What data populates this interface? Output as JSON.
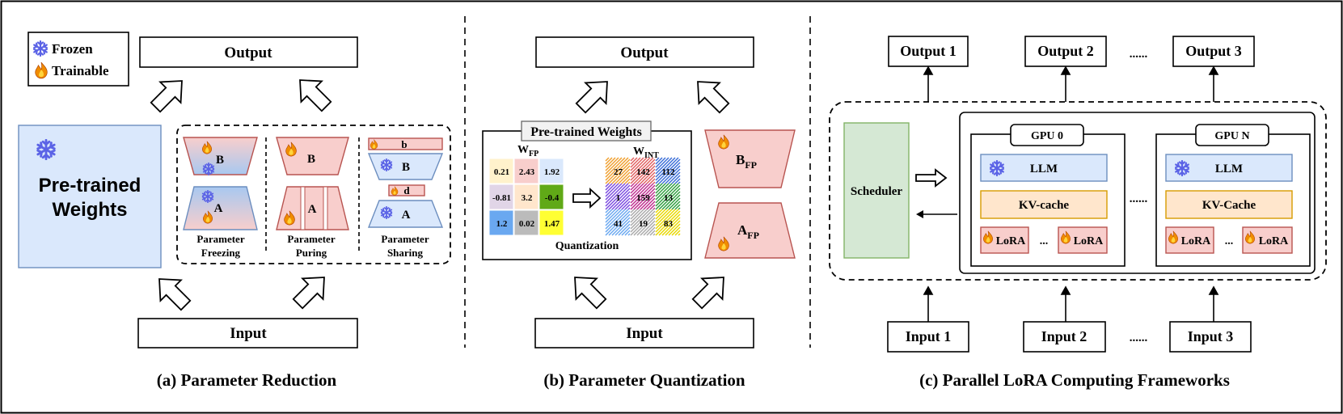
{
  "legend": {
    "frozen": "Frozen",
    "trainable": "Trainable"
  },
  "panel_a": {
    "output": "Output",
    "input": "Input",
    "pretrained_line1": "Pre-trained",
    "pretrained_line2": "Weights",
    "label_b": "B",
    "label_a": "A",
    "label_b_small": "b",
    "label_d_small": "d",
    "freezing_l1": "Parameter",
    "freezing_l2": "Freezing",
    "puring_l1": "Parameter",
    "puring_l2": "Puring",
    "sharing_l1": "Parameter",
    "sharing_l2": "Sharing",
    "caption": "(a) Parameter Reduction"
  },
  "panel_b": {
    "output": "Output",
    "input": "Input",
    "pretrained": "Pre-trained Weights",
    "wfp": "W",
    "wfp_sub": "FP",
    "wint": "W",
    "wint_sub": "INT",
    "quantization": "Quantization",
    "fp_values": [
      "0.21",
      "2.43",
      "1.92",
      "-0.81",
      "3.2",
      "-0.4",
      "1.2",
      "0.02",
      "1.47"
    ],
    "int_values": [
      "27",
      "142",
      "112",
      "1",
      "159",
      "13",
      "41",
      "19",
      "83"
    ],
    "fp_colors": [
      "#fff2cc",
      "#f8cecc",
      "#dae8fc",
      "#e1d5e7",
      "#ffe6cc",
      "#60a917",
      "#6aa8f0",
      "#bbbbbb",
      "#ffff33"
    ],
    "bfp": "B",
    "bfp_sub": "FP",
    "afp": "A",
    "afp_sub": "FP",
    "caption": "(b) Parameter Quantization"
  },
  "panel_c": {
    "outputs": [
      "Output 1",
      "Output 2",
      "Output 3"
    ],
    "inputs": [
      "Input 1",
      "Input 2",
      "Input 3"
    ],
    "dots": "......",
    "scheduler": "Scheduler",
    "gpu0": "GPU 0",
    "gpun": "GPU N",
    "llm": "LLM",
    "kv0": "KV-cache",
    "kvn": "KV-Cache",
    "lora": "LoRA",
    "ellipsis": "...",
    "caption": "(c) Parallel LoRA Computing Frameworks"
  }
}
